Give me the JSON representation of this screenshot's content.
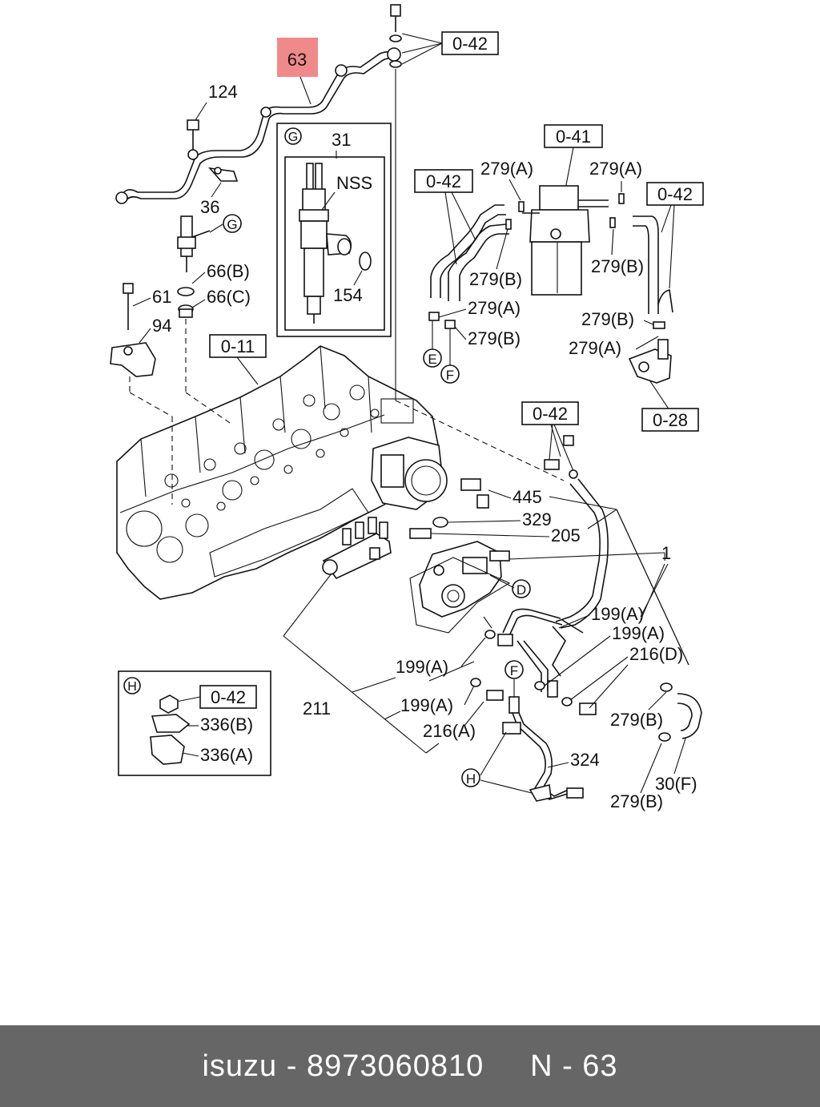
{
  "highlight": {
    "label": "63",
    "color": "#f08a8a"
  },
  "callouts": {
    "c124": "124",
    "c36": "36",
    "c61": "61",
    "c94": "94",
    "c66b": "66(B)",
    "c66c": "66(C)",
    "c31": "31",
    "nss": "NSS",
    "c154": "154",
    "c279a_1": "279(A)",
    "c279a_2": "279(A)",
    "c279a_3": "279(A)",
    "c279a_4": "279(A)",
    "c279b_1": "279(B)",
    "c279b_2": "279(B)",
    "c279b_3": "279(B)",
    "c279b_4": "279(B)",
    "c279b_5": "279(B)",
    "c279b_6": "279(B)",
    "c445": "445",
    "c329": "329",
    "c205": "205",
    "c1": "1",
    "c199a_1": "199(A)",
    "c199a_2": "199(A)",
    "c199a_3": "199(A)",
    "c199a_4": "199(A)",
    "c216d": "216(D)",
    "c216a": "216(A)",
    "c211": "211",
    "c324": "324",
    "c30f": "30(F)",
    "c336b": "336(B)",
    "c336a": "336(A)"
  },
  "ref_boxes": {
    "r042_top": "0-42",
    "r041": "0-41",
    "r042_left": "0-42",
    "r042_right": "0-42",
    "r011": "0-11",
    "r028": "0-28",
    "r042_mid": "0-42",
    "r042_h": "0-42"
  },
  "markers": {
    "g1": "G",
    "g2": "G",
    "e": "E",
    "f1": "F",
    "f2": "F",
    "d": "D",
    "h1": "H",
    "h2": "H"
  },
  "footer": {
    "brand": "isuzu",
    "part_number": "8973060810",
    "ref": "N - 63"
  }
}
